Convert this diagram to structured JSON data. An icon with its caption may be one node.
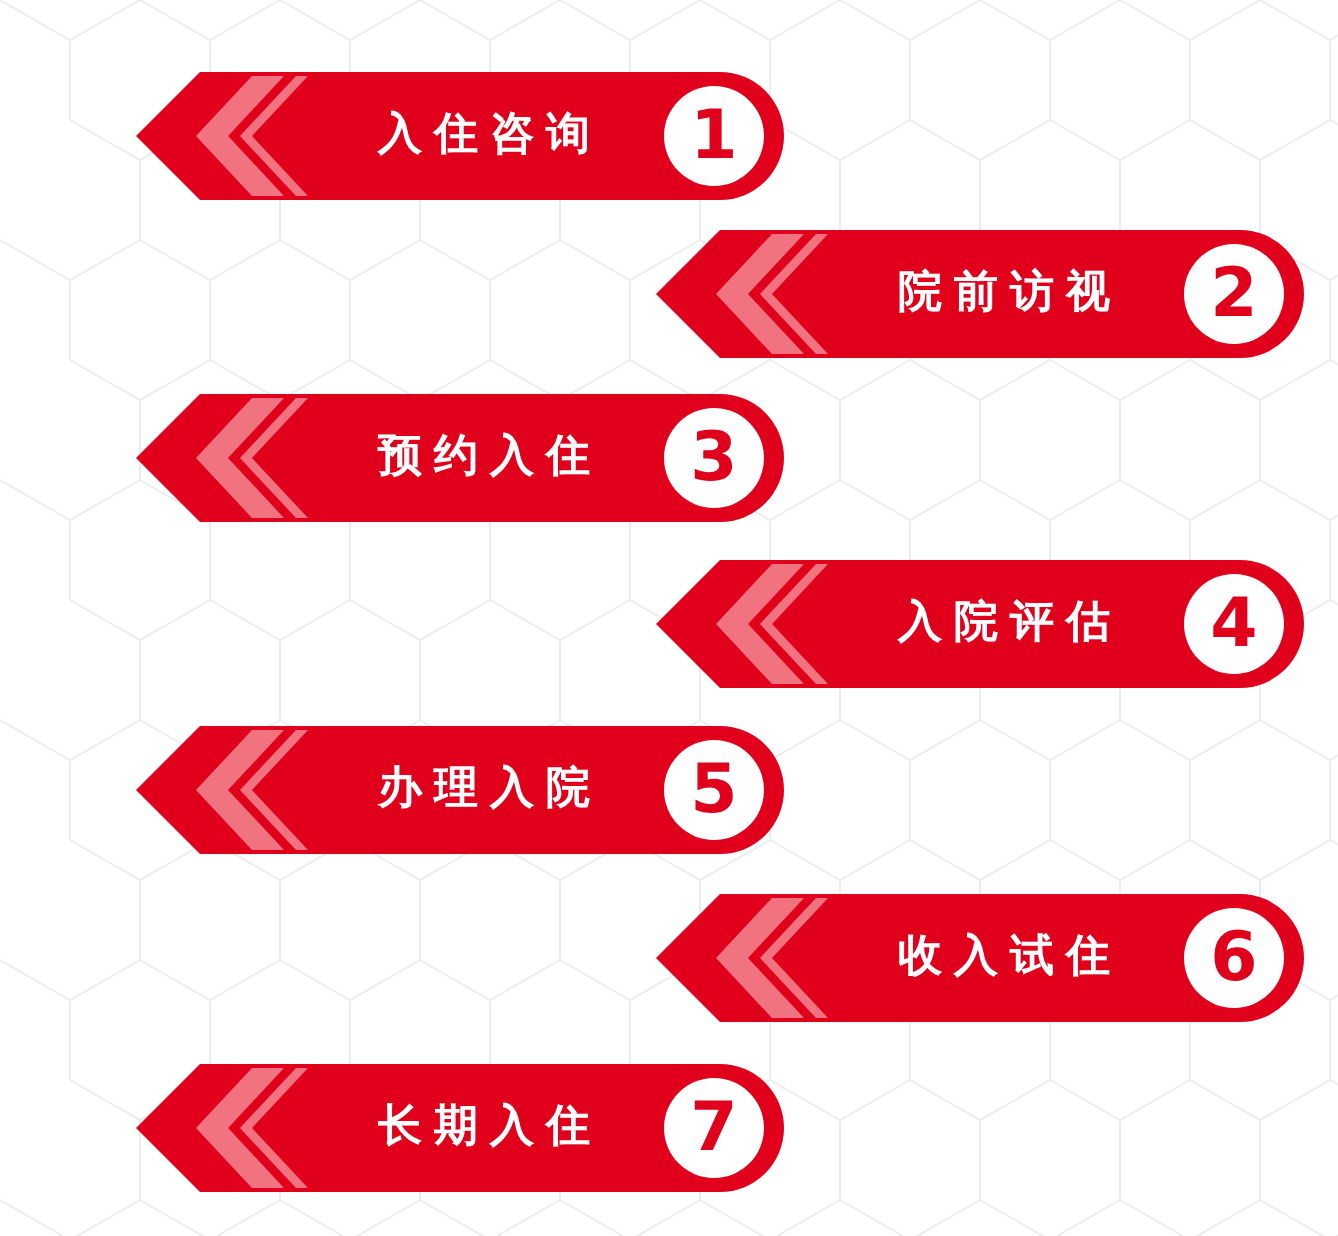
{
  "diagram": {
    "nodes": [
      {
        "text": [
          "入住咨询",
          "1"
        ]
      },
      {
        "text": [
          "院前访视",
          "2"
        ]
      },
      {
        "text": [
          "预约入住",
          "3"
        ]
      },
      {
        "text": [
          "入院评估",
          "4"
        ]
      },
      {
        "text": [
          "办理入院",
          "5"
        ]
      },
      {
        "text": [
          "收入试住",
          "6"
        ]
      },
      {
        "text": [
          "长期入住",
          "7"
        ]
      }
    ]
  }
}
